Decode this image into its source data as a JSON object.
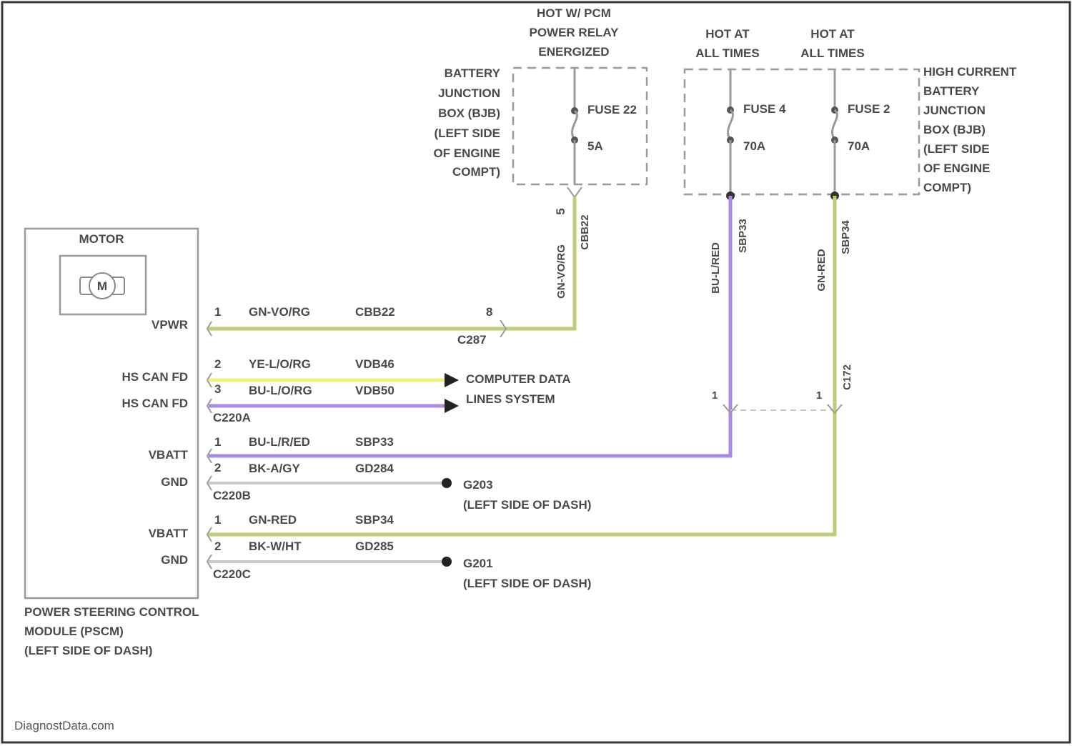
{
  "battery_junction_box": {
    "label_lines": [
      "BATTERY",
      "JUNCTION",
      "BOX (BJB)",
      "(LEFT SIDE",
      "OF ENGINE",
      "COMPT)"
    ],
    "power_title_lines": [
      "HOT W/ PCM",
      "POWER RELAY",
      "ENERGIZED"
    ],
    "fuse_name": "FUSE 22",
    "fuse_rating": "5A",
    "pin": "5"
  },
  "high_current_bjb": {
    "label_lines": [
      "HIGH CURRENT",
      "BATTERY",
      "JUNCTION",
      "BOX (BJB)",
      "(LEFT SIDE",
      "OF ENGINE",
      "COMPT)"
    ],
    "fuse_a": {
      "title_lines": [
        "HOT AT",
        "ALL TIMES"
      ],
      "name": "FUSE 4",
      "rating": "70A"
    },
    "fuse_b": {
      "title_lines": [
        "HOT AT",
        "ALL TIMES"
      ],
      "name": "FUSE 2",
      "rating": "70A"
    }
  },
  "module": {
    "motor_label": "MOTOR",
    "motor_symbol": "M",
    "label_lines": [
      "POWER STEERING CONTROL",
      "MODULE (PSCM)",
      "(LEFT SIDE OF DASH)"
    ],
    "pins": {
      "vpwr": "VPWR",
      "hs_can_hi": "HS CAN FD",
      "hs_can_lo": "HS CAN FD",
      "vbatt1": "VBATT",
      "gnd1": "GND",
      "vbatt2": "VBATT",
      "gnd2": "GND"
    }
  },
  "wires": {
    "vpwr": {
      "pin": "1",
      "color": "GN-VO/RG",
      "circuit": "CBB22",
      "far_pin": "8",
      "connector": "C287"
    },
    "can_hi": {
      "pin": "2",
      "color": "YE-L/O/RG",
      "circuit": "VDB46"
    },
    "can_lo": {
      "pin": "3",
      "color": "BU-L/O/RG",
      "circuit": "VDB50",
      "connector": "C220A"
    },
    "vbatt1": {
      "pin": "1",
      "color": "BU-L/R/ED",
      "circuit": "SBP33"
    },
    "gnd1": {
      "pin": "2",
      "color": "BK-A/GY",
      "circuit": "GD284",
      "connector": "C220B"
    },
    "vbatt2": {
      "pin": "1",
      "color": "GN-RED",
      "circuit": "SBP34"
    },
    "gnd2": {
      "pin": "2",
      "color": "BK-W/HT",
      "circuit": "GD285",
      "connector": "C220C"
    }
  },
  "vertical_labels": {
    "riser_color": "GN-VO/RG",
    "riser_circuit": "CBB22",
    "fuse4_color": "BU-L/RED",
    "fuse4_circuit": "SBP33",
    "fuse2_color": "GN-RED",
    "fuse2_circuit": "SBP34",
    "c_connector": "C172",
    "pin_left": "1",
    "pin_right": "1"
  },
  "destinations": {
    "data_lines": [
      "COMPUTER DATA",
      "LINES SYSTEM"
    ],
    "ground1": {
      "id": "G203",
      "location": "(LEFT SIDE OF DASH)"
    },
    "ground2": {
      "id": "G201",
      "location": "(LEFT SIDE OF DASH)"
    }
  },
  "watermark": "DiagnostData.com",
  "colors": {
    "green_wire": "#bccf78",
    "yellow_wire": "#f2ef7e",
    "purple_wire": "#a68be6",
    "gray_wire": "#c8c8c8",
    "frame": "#9a9a9a",
    "text": "#4a4a4a",
    "page_border": "#3a3a3a"
  }
}
